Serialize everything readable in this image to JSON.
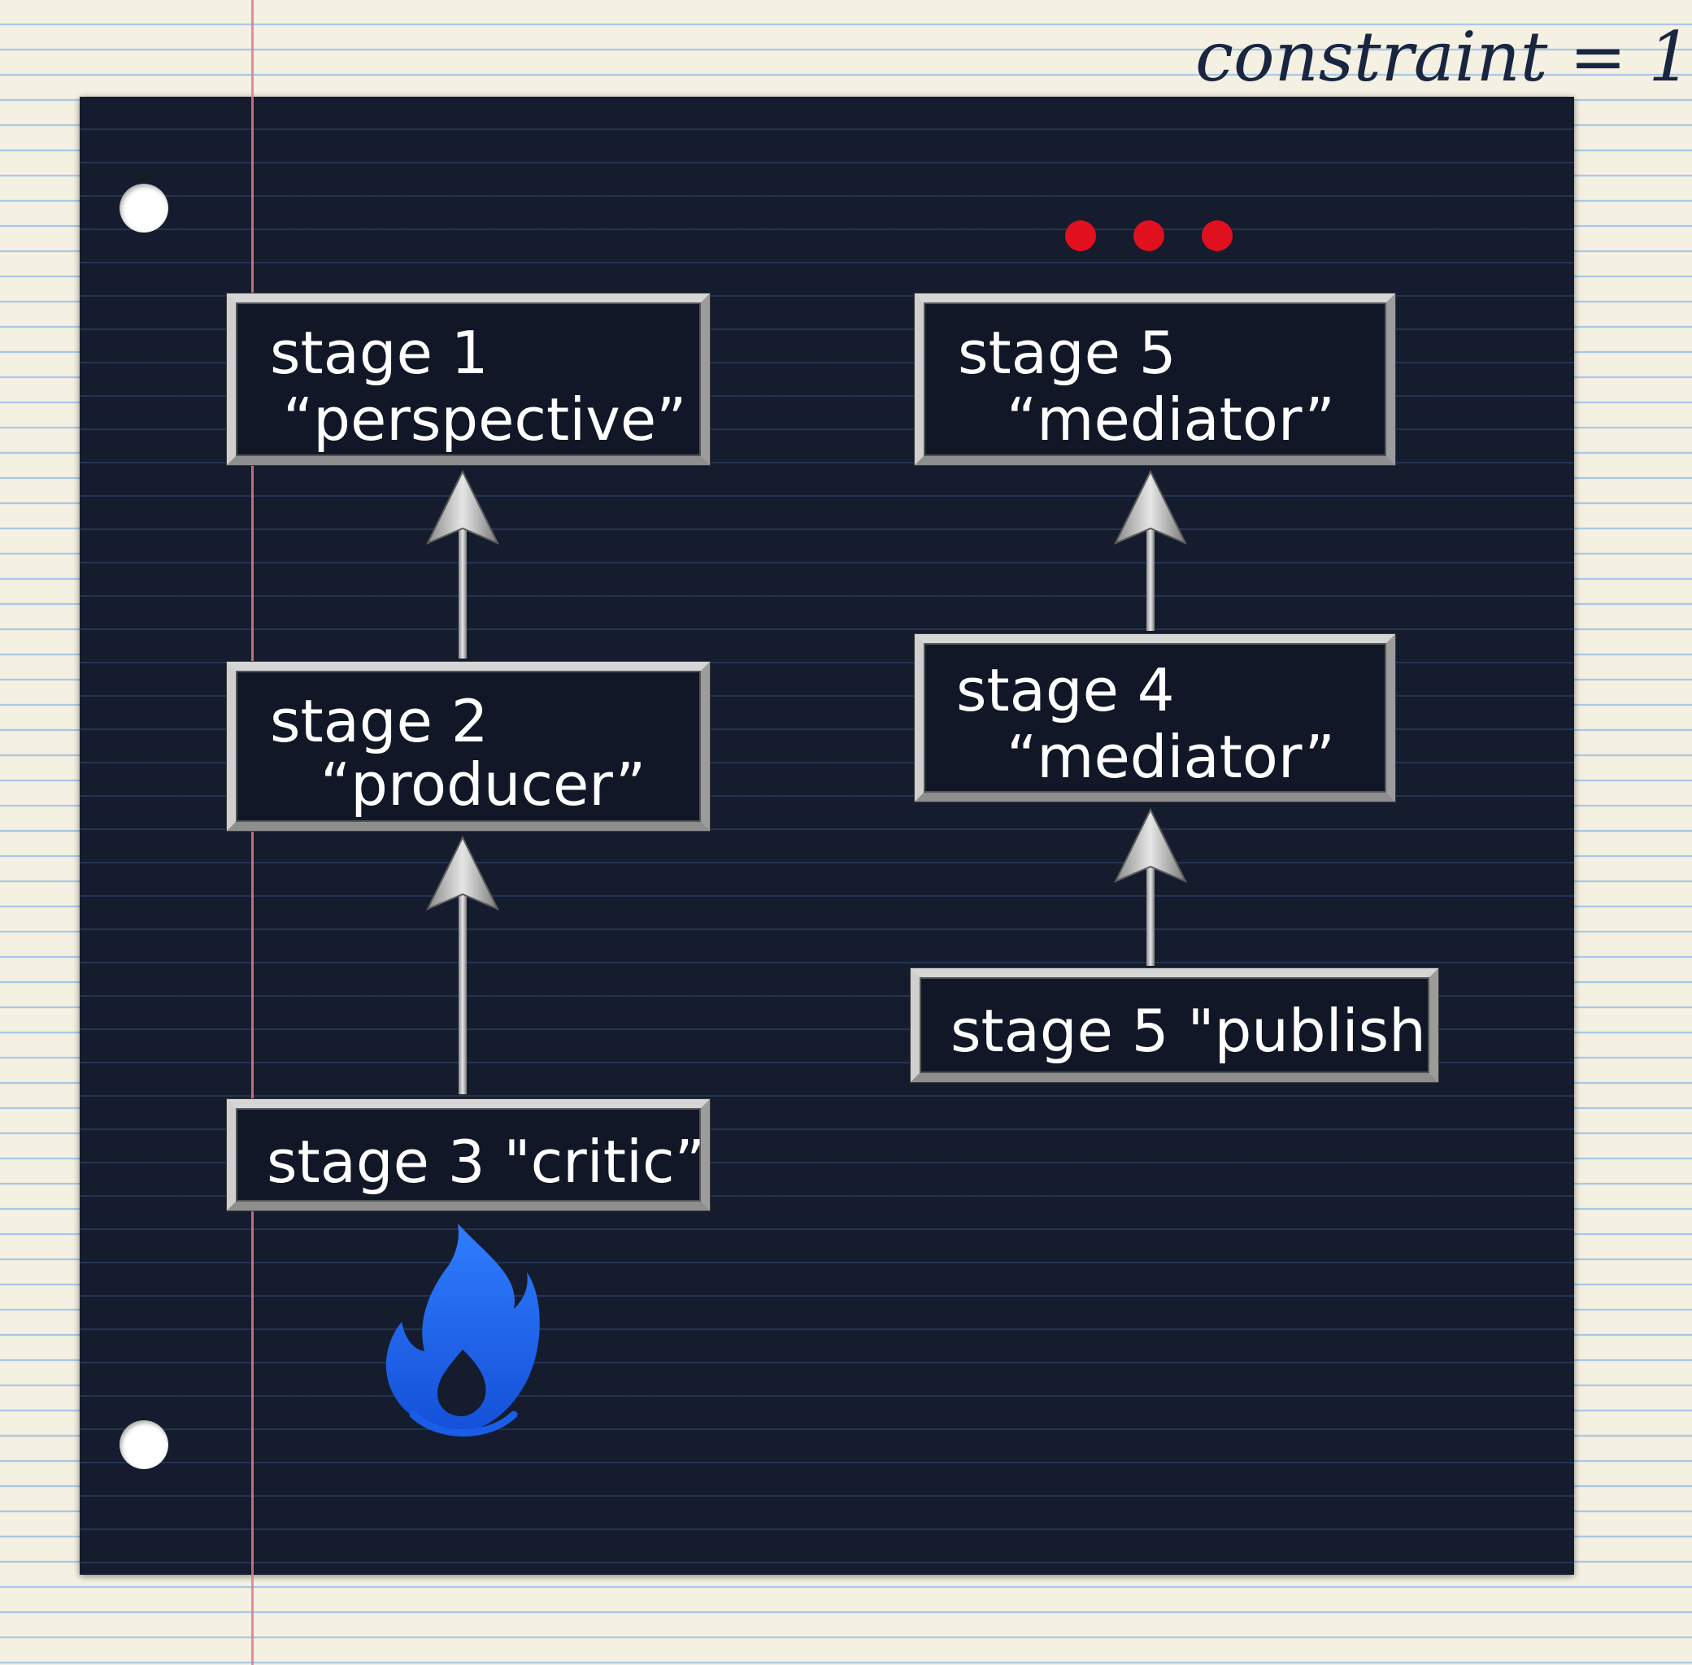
{
  "annotation": "constraint = 1",
  "colors": {
    "paper": "#f4f0e2",
    "rule_lines": "#9ec3e6",
    "margin_line": "#e07a86",
    "board": "#141c2d",
    "frame": "#b4b4b4",
    "text": "#ffffff",
    "dots": "#e0101e",
    "flame": "#1e63f0"
  },
  "stages": {
    "stage1": {
      "line1": "stage 1",
      "line2": "“perspective”"
    },
    "stage2": {
      "line1": "stage 2",
      "line2": "“producer”"
    },
    "stage3": {
      "line1": "stage 3 \"critic”"
    },
    "stage4": {
      "line1": "stage 4",
      "line2": "“mediator”"
    },
    "stage5_top": {
      "line1": "stage 5",
      "line2": "“mediator”"
    },
    "stage5_bottom": {
      "line1": "stage 5 \"publish"
    }
  },
  "icons": {
    "flame": "flame-icon",
    "ellipsis": "ellipsis-dots"
  }
}
